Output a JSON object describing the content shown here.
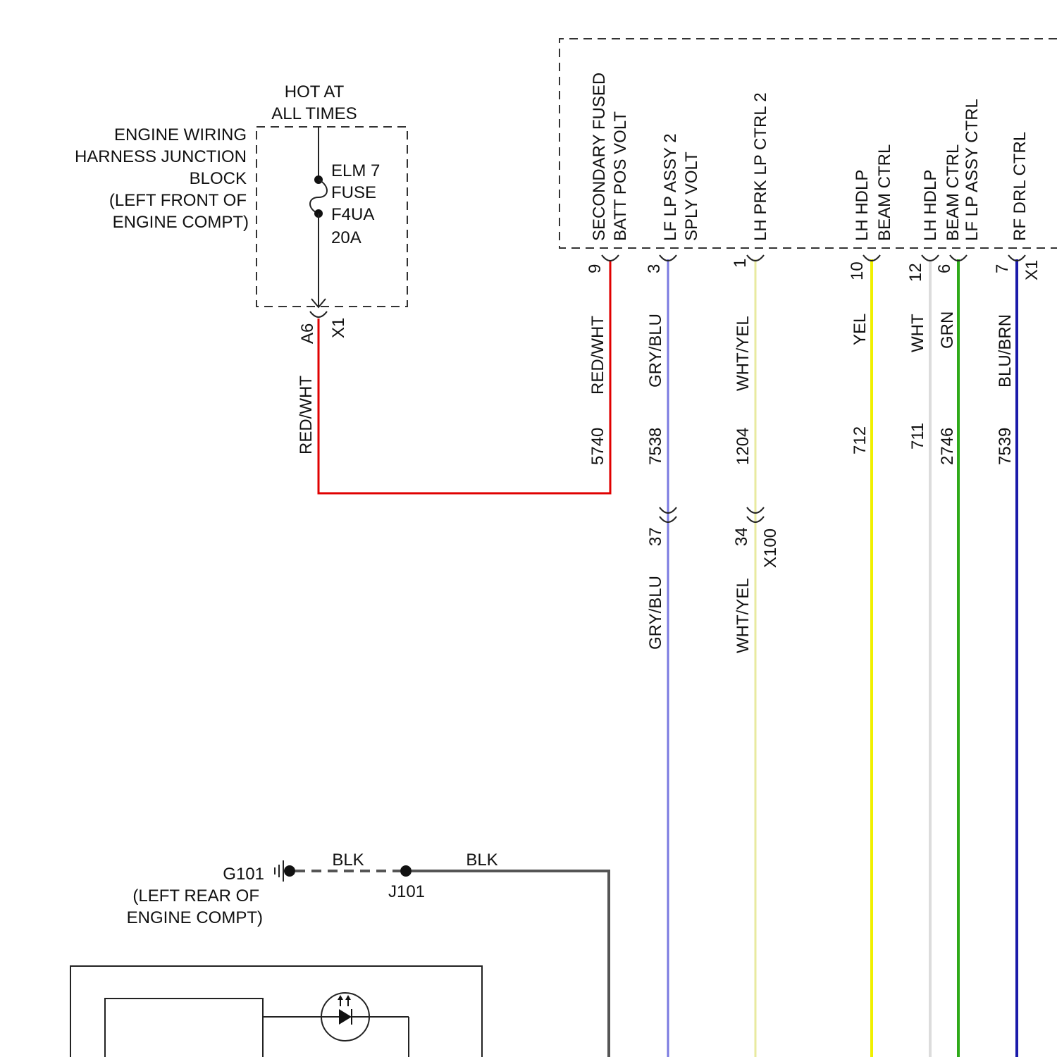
{
  "source": {
    "status": [
      "HOT AT",
      "ALL TIMES"
    ],
    "block": [
      "ENGINE WIRING",
      "HARNESS JUNCTION",
      "BLOCK",
      "(LEFT FRONT OF",
      "ENGINE COMPT)"
    ],
    "fuse": [
      "ELM 7",
      "FUSE",
      "F4UA",
      "20A"
    ],
    "pin": "A6",
    "connector": "X1",
    "wire_color": "RED/WHT"
  },
  "module": {
    "connector": "X1",
    "circuits": [
      {
        "function": [
          "SECONDARY FUSED",
          "BATT POS VOLT"
        ],
        "pin": "9",
        "color": "RED/WHT",
        "circuit": "5740",
        "hex": "#e00000"
      },
      {
        "function": [
          "LF LP ASSY 2",
          "SPLY VOLT"
        ],
        "pin": "3",
        "color": "GRY/BLU",
        "circuit": "7538",
        "hex": "#7a7ae0"
      },
      {
        "function": [
          "LH PRK LP CTRL 2"
        ],
        "pin": "1",
        "color": "WHT/YEL",
        "circuit": "1204",
        "hex": "#e8eaa0"
      },
      {
        "function": [
          "LH HDLP",
          "BEAM CTRL"
        ],
        "pin": "10",
        "color": "YEL",
        "circuit": "712",
        "hex": "#f0f000"
      },
      {
        "function": [
          "LH HDLP",
          "BEAM CTRL"
        ],
        "pin": "12",
        "color": "WHT",
        "circuit": "711",
        "hex": "#dcdcdc"
      },
      {
        "function": [
          "LF LP ASSY CTRL"
        ],
        "pin": "6",
        "color": "GRN",
        "circuit": "2746",
        "hex": "#2faa1a"
      },
      {
        "function": [
          "RF DRL CTRL"
        ],
        "pin": "7",
        "color": "BLU/BRN",
        "circuit": "7539",
        "hex": "#1a1aaa"
      }
    ]
  },
  "inline": {
    "connector": "X100",
    "pins": [
      {
        "pin": "37",
        "color": "GRY/BLU"
      },
      {
        "pin": "34",
        "color": "WHT/YEL"
      }
    ]
  },
  "ground": {
    "name": "G101",
    "location": [
      "(LEFT REAR OF",
      "ENGINE COMPT)"
    ],
    "splice": "J101",
    "wire_left": "BLK",
    "wire_right": "BLK"
  }
}
